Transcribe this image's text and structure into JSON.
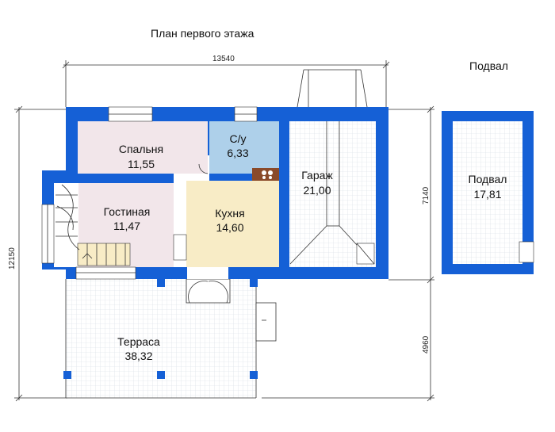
{
  "title": "План первого этажа",
  "basement_title": "Подвал",
  "dimensions": {
    "top_width": "13540",
    "left_height": "12150",
    "right_house": "7140",
    "right_terrace": "4960"
  },
  "rooms": {
    "bedroom": {
      "name": "Спальня",
      "area": "11,55"
    },
    "bathroom": {
      "name": "С/у",
      "area": "6,33"
    },
    "garage": {
      "name": "Гараж",
      "area": "21,00"
    },
    "living": {
      "name": "Гостиная",
      "area": "11,47"
    },
    "kitchen": {
      "name": "Кухня",
      "area": "14,60"
    },
    "terrace": {
      "name": "Терраса",
      "area": "38,32"
    },
    "basement": {
      "name": "Подвал",
      "area": "17,81"
    }
  },
  "colors": {
    "wall": "#1560d6",
    "bedroom": "#f2e6ea",
    "living": "#f2e6ea",
    "bathroom": "#aed0ea",
    "kitchen": "#f8ecc6",
    "tile_grid": "#d6dbe4",
    "hall": "#ffffff"
  }
}
